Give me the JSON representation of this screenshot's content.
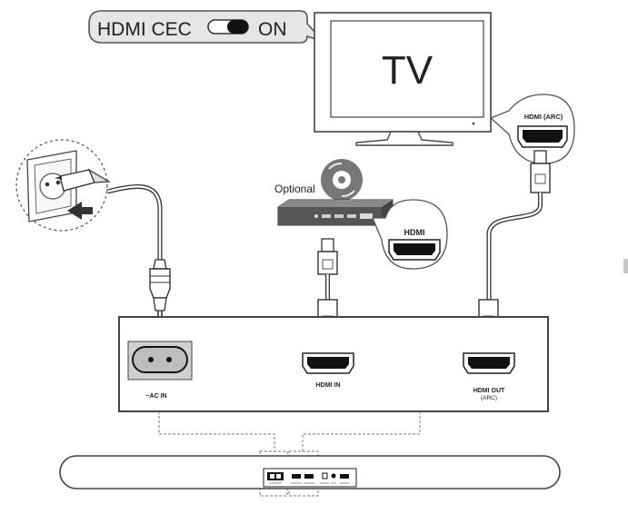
{
  "cec_callout": {
    "label": "HDMI CEC",
    "state": "ON"
  },
  "tv": {
    "label": "TV"
  },
  "tv_port": {
    "label": "HDMI (ARC)"
  },
  "source": {
    "optional_label": "Optional",
    "port_label": "HDMI"
  },
  "soundbar_panel": {
    "ac_label": "~AC IN",
    "hdmi_in_label": "HDMI IN",
    "hdmi_out_label": "HDMI OUT",
    "hdmi_out_sub": "(ARC)"
  }
}
